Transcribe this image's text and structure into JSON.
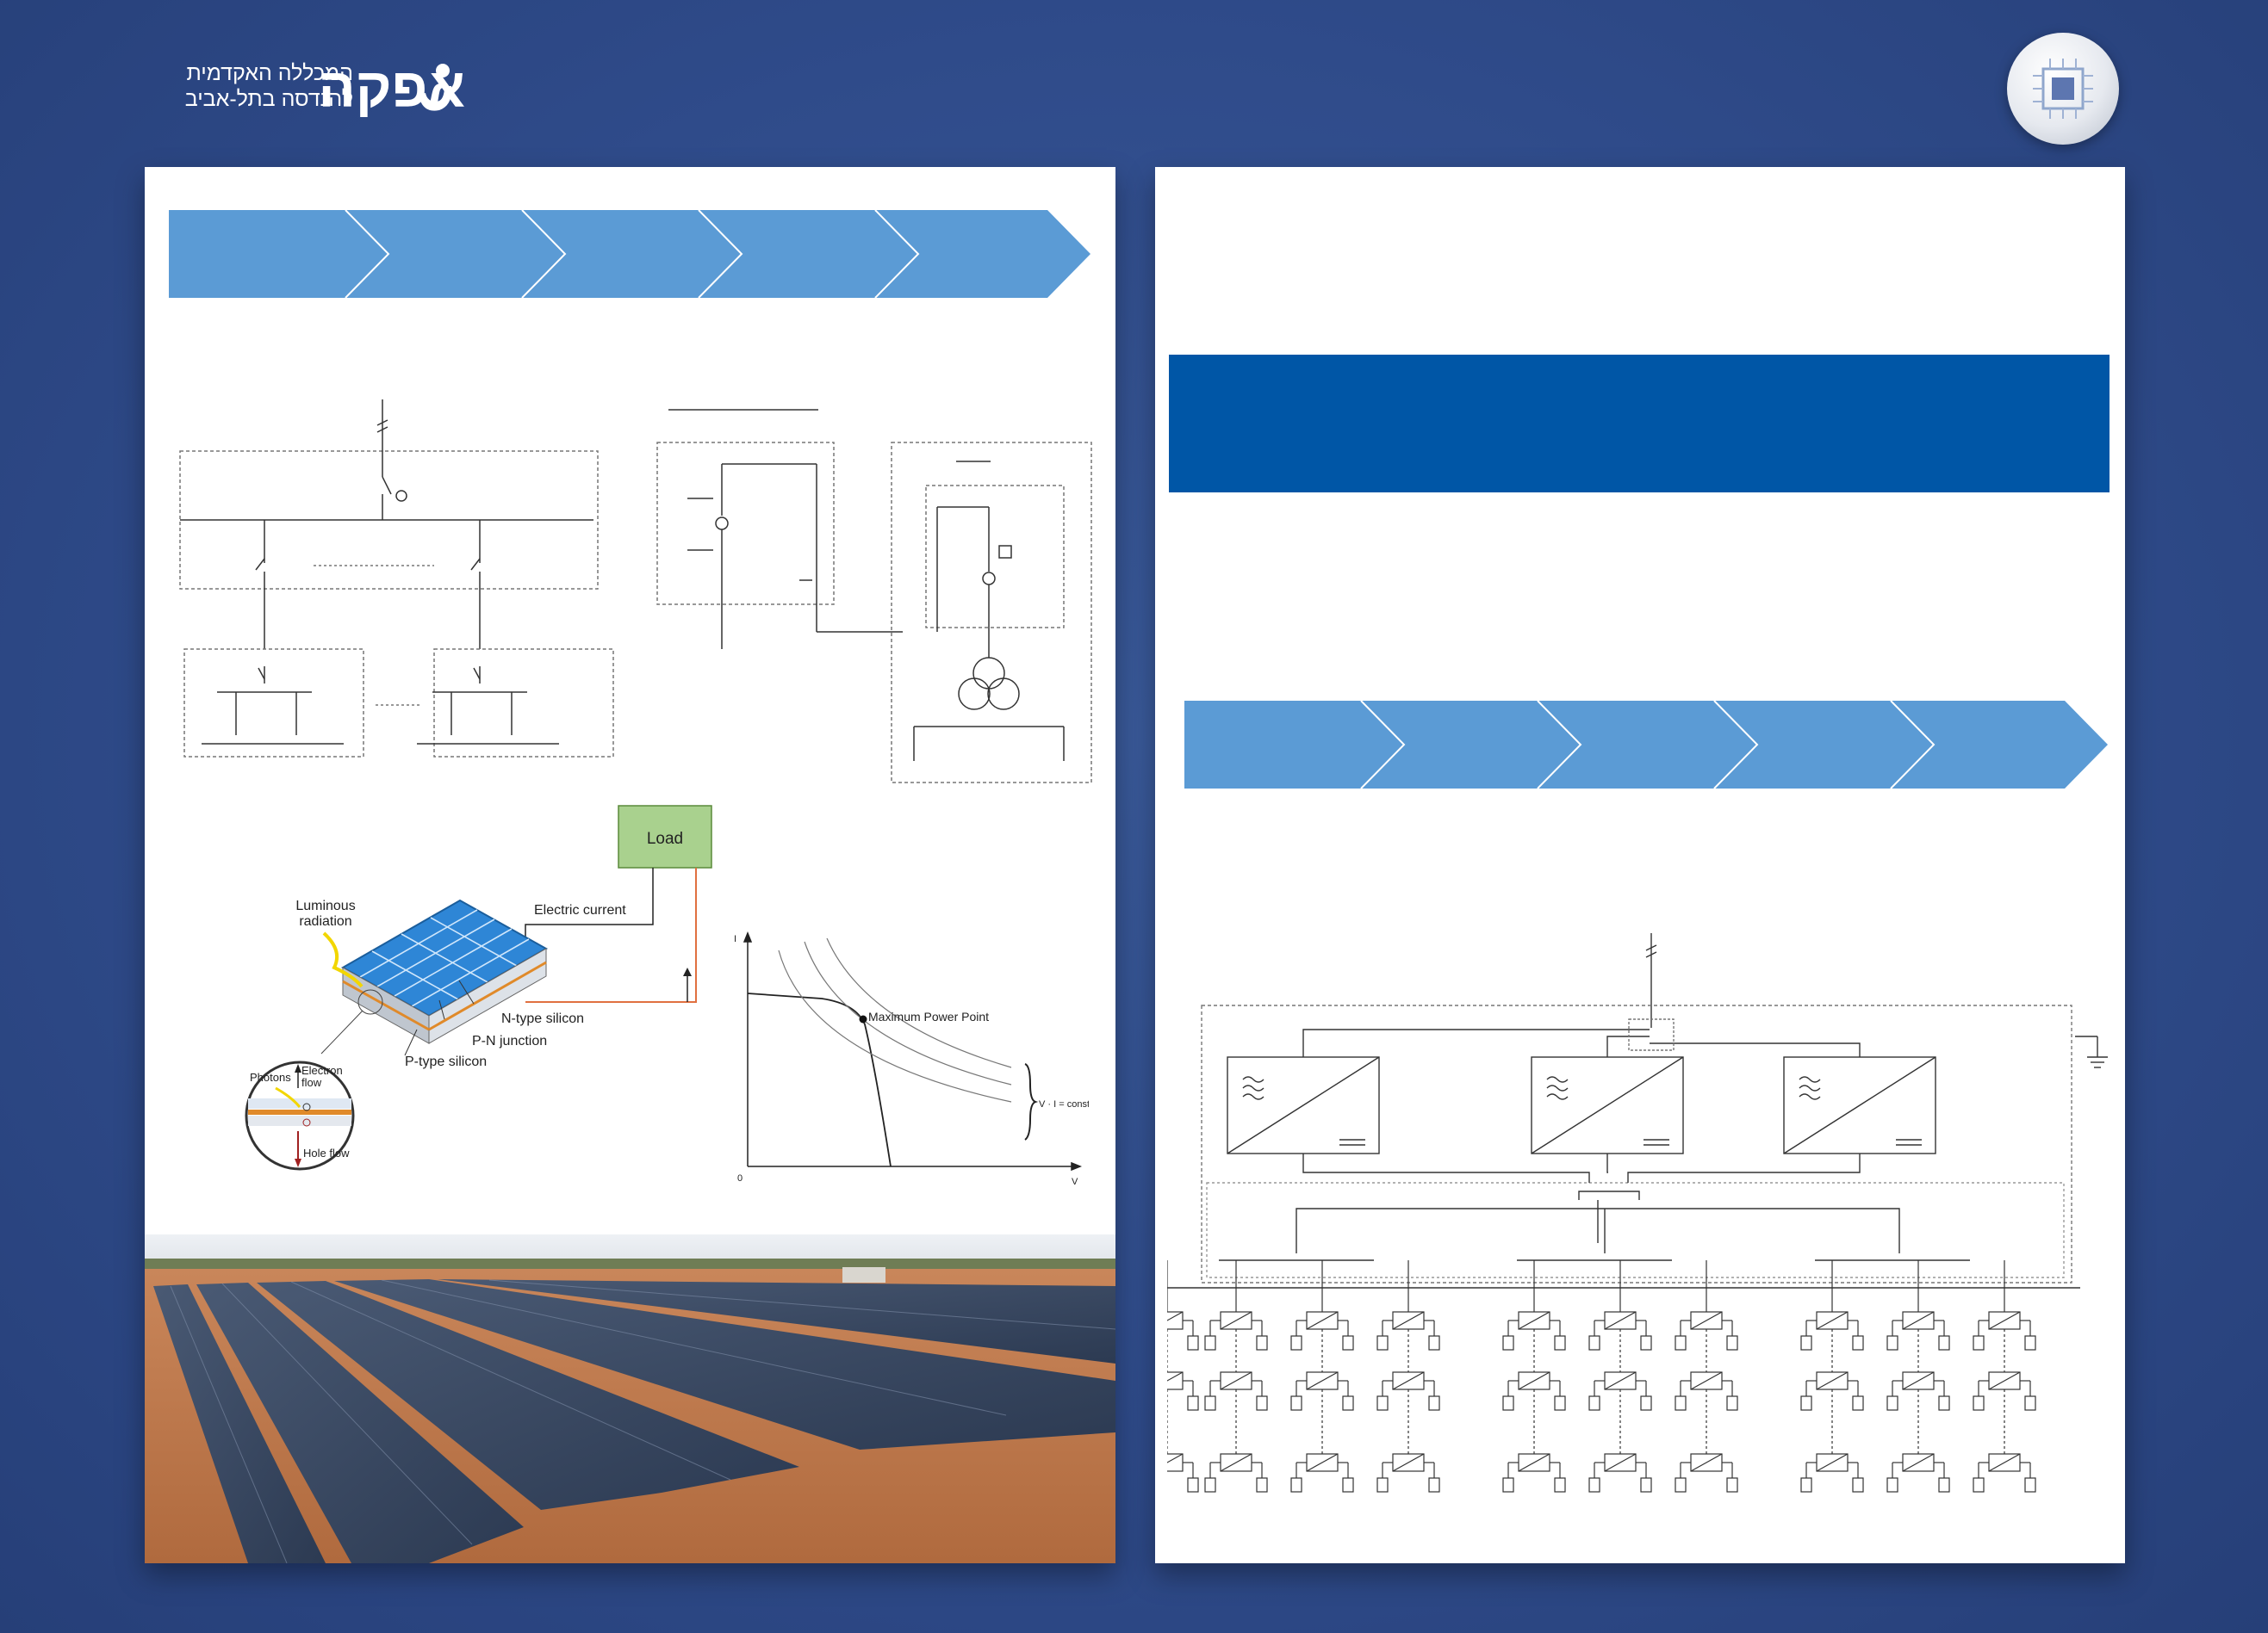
{
  "logo": {
    "line1": "המכללה האקדמית",
    "line2": "להנדסה בתל-אביב",
    "brand": "אפקה"
  },
  "diagram": {
    "load_label": "Load",
    "luminous": [
      "Luminous",
      "radiation"
    ],
    "electric_current": "Electric current",
    "n_type": "N-type silicon",
    "pn_junction": "P-N junction",
    "p_type": "P-type silicon",
    "photons": "Photons",
    "electron_flow": [
      "Electron",
      "flow"
    ],
    "hole_flow": "Hole flow"
  },
  "iv_chart": {
    "y_label": "I",
    "x_label": "V",
    "origin": "0",
    "mpp_label": "Maximum Power Point",
    "const_label": "V · I = const"
  },
  "colors": {
    "background": "#2f4b8a",
    "arrow_fill": "#5b9bd5",
    "blue_band": "#0056a6",
    "load_box": "#a9d18e"
  }
}
